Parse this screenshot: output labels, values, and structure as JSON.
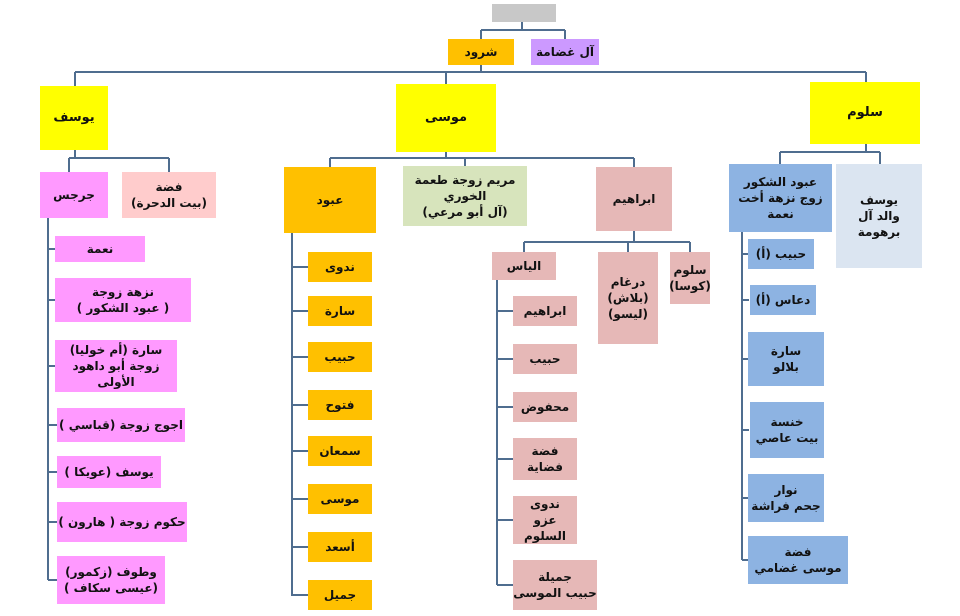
{
  "colors": {
    "line": "#4f6d8f"
  },
  "root": {
    "label": ""
  },
  "family": {
    "label": "آل غضامة"
  },
  "shrood": {
    "label": "شرود"
  },
  "sons": {
    "yousef": "يوسف",
    "mousa": "موسى",
    "saloum": "سلوم"
  },
  "yousef": {
    "jirjis": "جرجس",
    "fidda": "فضة\n(بيت الدحرة)",
    "children": [
      "نعمة",
      "نزهة زوجة\n( عبود الشكور )",
      "سارة (أم خوليا)\nزوجة أبو داهود الأولى",
      "اجوج زوجة (قباسي )",
      "يوسف (عويكا )",
      "حكوم زوجة ( هارون )",
      "وطوف (زكمور)\n(عيسى سكاف )"
    ]
  },
  "mousa": {
    "abboud": "عبود",
    "maryam": "مريم زوجة طعمة الخوري\n(آل أبو مرعي)",
    "ibrahim": "ابراهيم",
    "abboud_children": [
      "ندوى",
      "سارة",
      "حبيب",
      "فتوح",
      "سمعان",
      "موسى",
      "أسعد",
      "جميل"
    ],
    "ibrahim_children": {
      "elias": "الياس",
      "dirgham": "درغام\n(بلاش)\n(ليسو)",
      "saloum": "سلوم\n(كوسا)"
    },
    "elias_children": [
      "ابراهيم",
      "حبيب",
      "محفوض",
      "فضة\nفضاية",
      "ندوى\nعزو السلوم",
      "جميلة\nحبيب الموسى"
    ]
  },
  "saloum": {
    "abboud_shakour": "عبود الشكور\nزوج نزهة أخت نعمة",
    "yousef_father": "يوسف\nوالد آل برهومة",
    "children": [
      "حبيب (أ)",
      "دعاس (أ)",
      "سارة\nبلالو",
      "خنسة\nبيت عاصي",
      "نوار\nجحم فراشة",
      "فضة\nموسى غضامي"
    ]
  }
}
